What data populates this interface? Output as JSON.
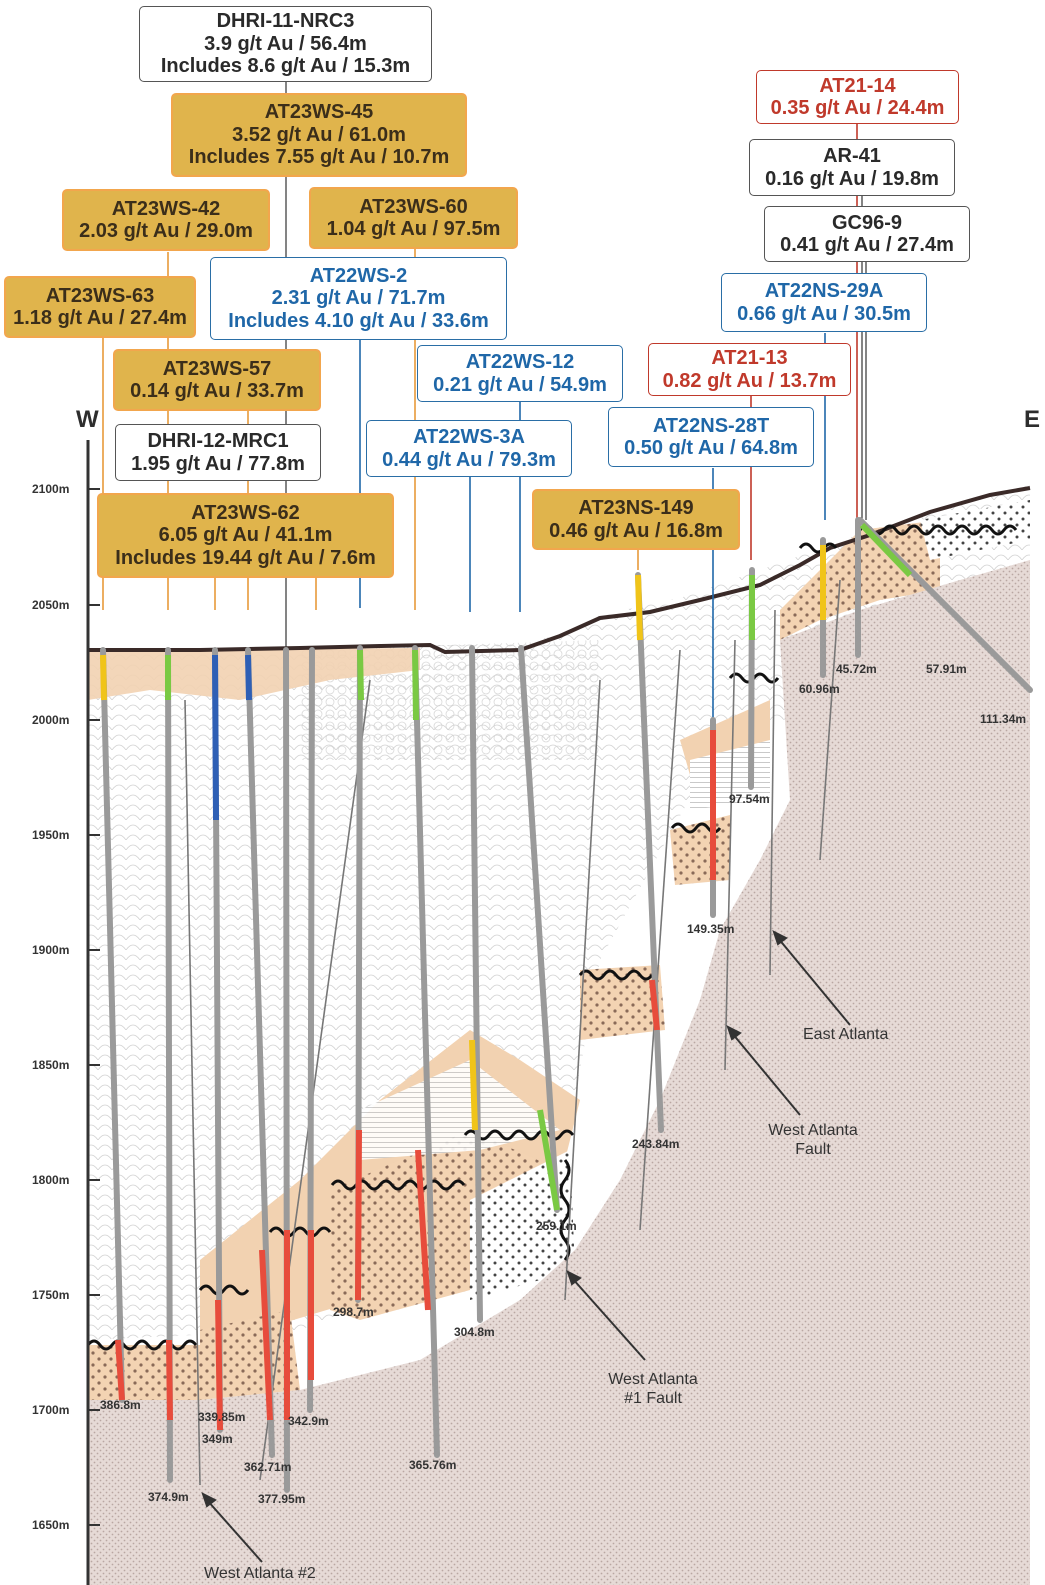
{
  "side_left": "W",
  "side_right": "E",
  "elevations": [
    "2100m",
    "2050m",
    "2000m",
    "1950m",
    "1900m",
    "1850m",
    "1800m",
    "1750m",
    "1700m",
    "1650m"
  ],
  "labels": {
    "nrc3": {
      "lines": [
        "DHRI-11-NRC3",
        "3.9 g/t Au / 56.4m",
        "Includes 8.6 g/t Au / 15.3m"
      ]
    },
    "ws45": {
      "lines": [
        "AT23WS-45",
        "3.52 g/t Au / 61.0m",
        "Includes 7.55 g/t Au / 10.7m"
      ]
    },
    "ws42": {
      "lines": [
        "AT23WS-42",
        "2.03 g/t Au / 29.0m"
      ]
    },
    "ws60": {
      "lines": [
        "AT23WS-60",
        "1.04 g/t Au / 97.5m"
      ]
    },
    "ws63": {
      "lines": [
        "AT23WS-63",
        "1.18 g/t Au / 27.4m"
      ]
    },
    "ws2": {
      "lines": [
        "AT22WS-2",
        "2.31 g/t Au / 71.7m",
        "Includes 4.10 g/t Au / 33.6m"
      ]
    },
    "ws57": {
      "lines": [
        "AT23WS-57",
        "0.14 g/t Au / 33.7m"
      ]
    },
    "ws12": {
      "lines": [
        "AT22WS-12",
        "0.21 g/t Au / 54.9m"
      ]
    },
    "mrc1": {
      "lines": [
        "DHRI-12-MRC1",
        "1.95 g/t Au / 77.8m"
      ]
    },
    "ws3a": {
      "lines": [
        "AT22WS-3A",
        "0.44 g/t Au / 79.3m"
      ]
    },
    "ws62": {
      "lines": [
        "AT23WS-62",
        "6.05 g/t Au / 41.1m",
        "Includes 19.44 g/t Au / 7.6m"
      ]
    },
    "ns149": {
      "lines": [
        "AT23NS-149",
        "0.46 g/t Au / 16.8m"
      ]
    },
    "at2114": {
      "lines": [
        "AT21-14",
        "0.35 g/t Au / 24.4m"
      ]
    },
    "ar41": {
      "lines": [
        "AR-41",
        "0.16 g/t Au / 19.8m"
      ]
    },
    "gc96": {
      "lines": [
        "GC96-9",
        "0.41 g/t Au / 27.4m"
      ]
    },
    "ns29a": {
      "lines": [
        "AT22NS-29A",
        "0.66 g/t Au / 30.5m"
      ]
    },
    "at2113": {
      "lines": [
        "AT21-13",
        "0.82 g/t Au / 13.7m"
      ]
    },
    "ns28t": {
      "lines": [
        "AT22NS-28T",
        "0.50 g/t Au / 64.8m"
      ]
    }
  },
  "depths": {
    "d1": "386.8m",
    "d2": "374.9m",
    "d3": "339.85m",
    "d4": "349m",
    "d5": "362.71m",
    "d6": "377.95m",
    "d7": "342.9m",
    "d8": "298.7m",
    "d9": "365.76m",
    "d10": "304.8m",
    "d11": "259.1m",
    "d12": "243.84m",
    "d13": "149.35m",
    "d14": "97.54m",
    "d15": "60.96m",
    "d16": "45.72m",
    "d17": "57.91m",
    "d18": "111.34m"
  },
  "faults": {
    "east": "East Atlanta",
    "waf": [
      "West Atlanta",
      "Fault"
    ],
    "wa1": [
      "West Atlanta",
      "#1 Fault"
    ],
    "wa2": "West Atlanta #2"
  },
  "colors": {
    "gold_fill": "#e0b44c",
    "gold_border": "#f2a64d",
    "blue_text": "#1f67a8",
    "red_text": "#c0392b",
    "sediment": "#f2d2b1",
    "basement": "#e7dcd8"
  }
}
